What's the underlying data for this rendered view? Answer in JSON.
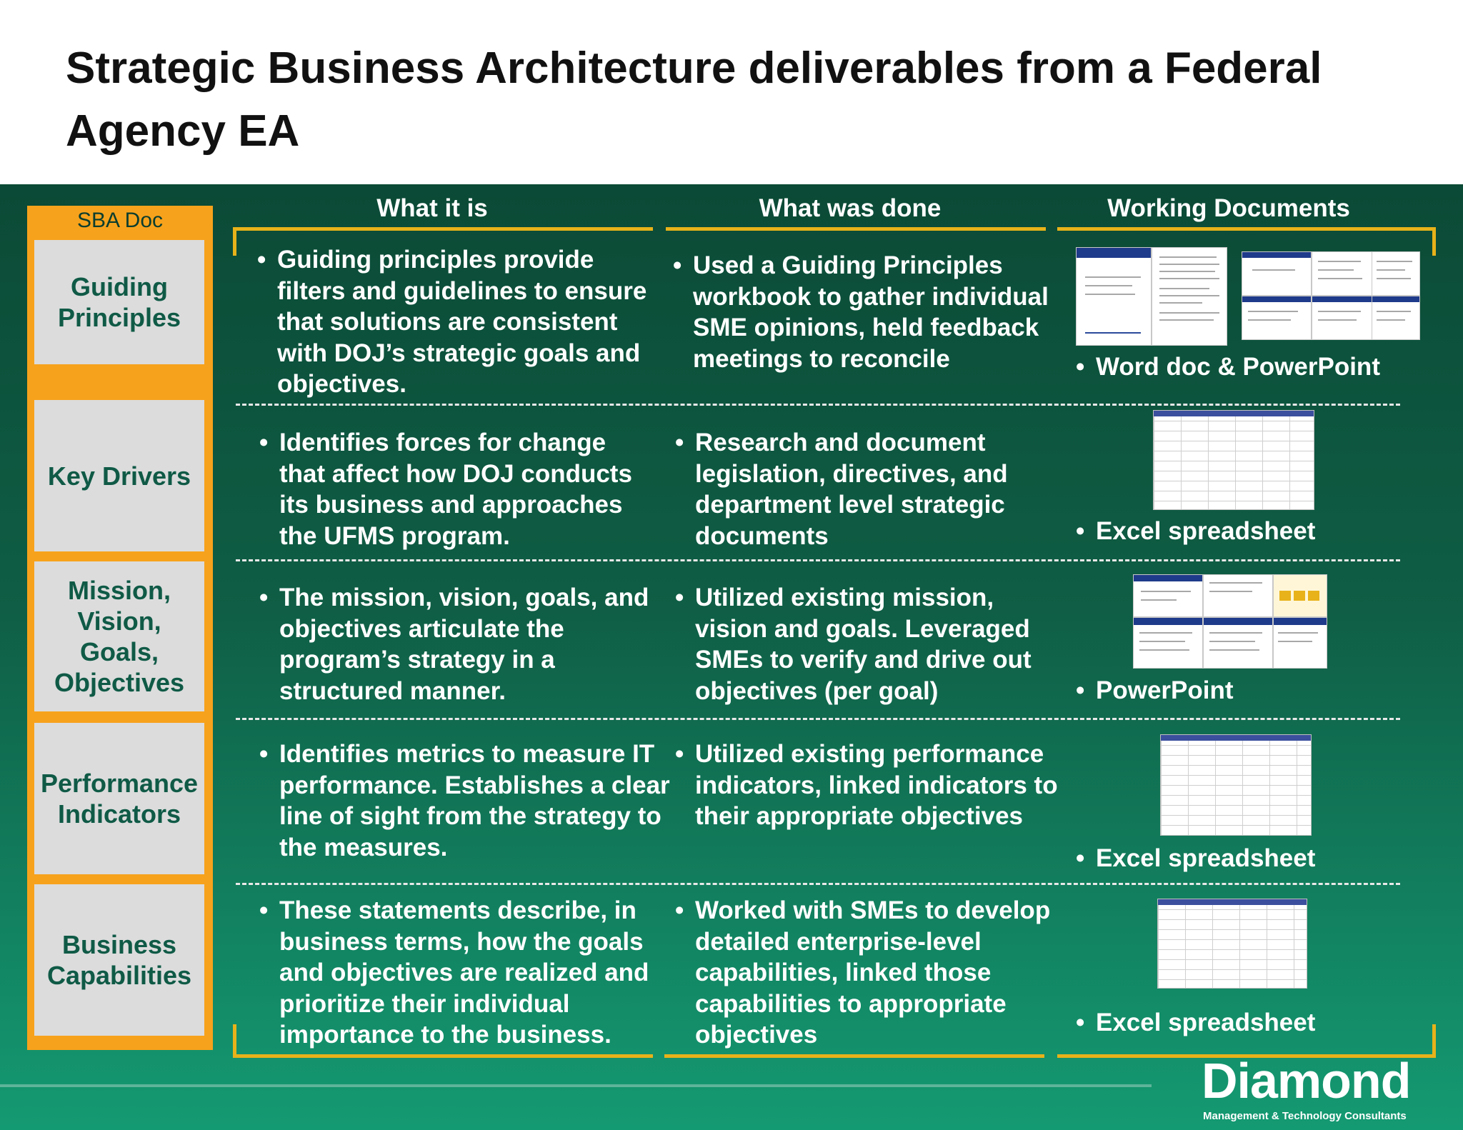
{
  "title": "Strategic Business Architecture deliverables from a Federal Agency EA",
  "sba": {
    "header": "SBA Doc",
    "items": [
      "Guiding Principles",
      "Key Drivers",
      "Mission, Vision, Goals, Objectives",
      "Performance Indicators",
      "Business Capabilities"
    ]
  },
  "columns": {
    "what_it_is": "What it is",
    "what_was_done": "What was done",
    "working_documents": "Working Documents"
  },
  "rows": [
    {
      "what_it_is": "Guiding principles provide filters and guidelines to ensure that solutions are consistent with DOJ’s strategic goals and objectives.",
      "what_was_done": "Used a Guiding Principles workbook to gather individual SME opinions, held feedback meetings to reconcile",
      "working_document": "Word doc & PowerPoint"
    },
    {
      "what_it_is": "Identifies forces for change that affect how DOJ conducts its business and approaches the UFMS program.",
      "what_was_done": "Research and document legislation, directives, and department level strategic documents",
      "working_document": "Excel spreadsheet"
    },
    {
      "what_it_is": "The mission, vision, goals, and objectives articulate the program’s strategy in a structured manner.",
      "what_was_done": "Utilized existing mission, vision and goals. Leveraged SMEs to verify and drive out objectives (per goal)",
      "working_document": "PowerPoint"
    },
    {
      "what_it_is": "Identifies metrics to measure IT performance. Establishes a clear line of sight from the strategy to the measures.",
      "what_was_done": "Utilized existing performance indicators, linked indicators to their appropriate objectives",
      "working_document": "Excel spreadsheet"
    },
    {
      "what_it_is": "These statements describe, in business terms, how the goals and objectives are realized and prioritize their individual importance to the business.",
      "what_was_done": "Worked with SMEs to develop detailed enterprise-level capabilities, linked those capabilities to appropriate objectives",
      "working_document": "Excel spreadsheet"
    }
  ],
  "bullet": "•",
  "logo": {
    "name": "Diamond",
    "tagline": "Management & Technology Consultants"
  },
  "colors": {
    "panel_dark": "#0b4a36",
    "panel_light": "#149a72",
    "sba_orange": "#f7a21c",
    "bracket_gold": "#e8b21a",
    "label_green": "#0f5a46"
  }
}
